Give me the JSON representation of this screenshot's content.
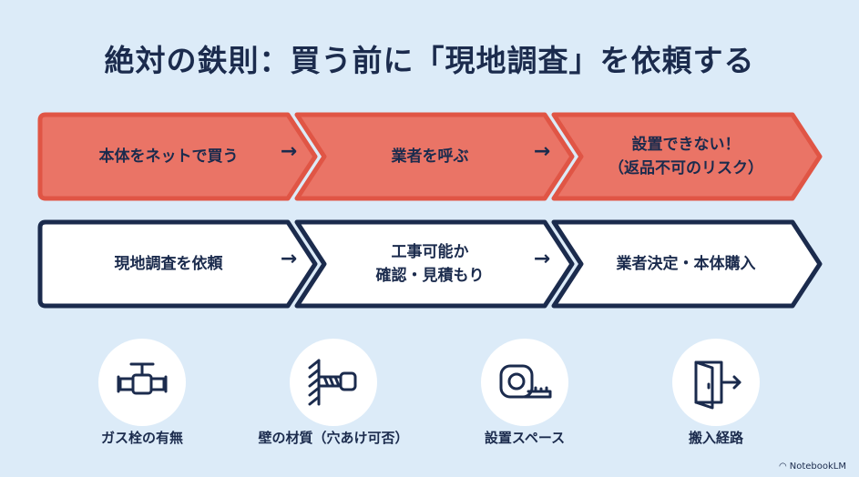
{
  "title": "絶対の鉄則：買う前に「現地調査」を依頼する",
  "bad_flow": {
    "steps": [
      {
        "lines": [
          "本体をネットで買う"
        ]
      },
      {
        "lines": [
          "業者を呼ぶ"
        ]
      },
      {
        "lines": [
          "設置できない！",
          "（返品不可のリスク）"
        ]
      }
    ],
    "arrow": "→",
    "fill_color": "#ea7466",
    "stroke_color": "#e05545"
  },
  "good_flow": {
    "steps": [
      {
        "lines": [
          "現地調査を依頼"
        ]
      },
      {
        "lines": [
          "工事可能か",
          "確認・見積もり"
        ]
      },
      {
        "lines": [
          "業者決定・本体購入"
        ]
      }
    ],
    "arrow": "→",
    "fill_color": "#ffffff",
    "stroke_color": "#1b2b4d"
  },
  "checkpoints": [
    {
      "label": "ガス栓の有無",
      "icon": "gas-valve-icon"
    },
    {
      "label": "壁の材質（穴あけ可否）",
      "icon": "wall-drill-icon"
    },
    {
      "label": "設置スペース",
      "icon": "tape-measure-icon"
    },
    {
      "label": "搬入経路",
      "icon": "door-entry-icon"
    }
  ],
  "brand": "NotebookLM"
}
